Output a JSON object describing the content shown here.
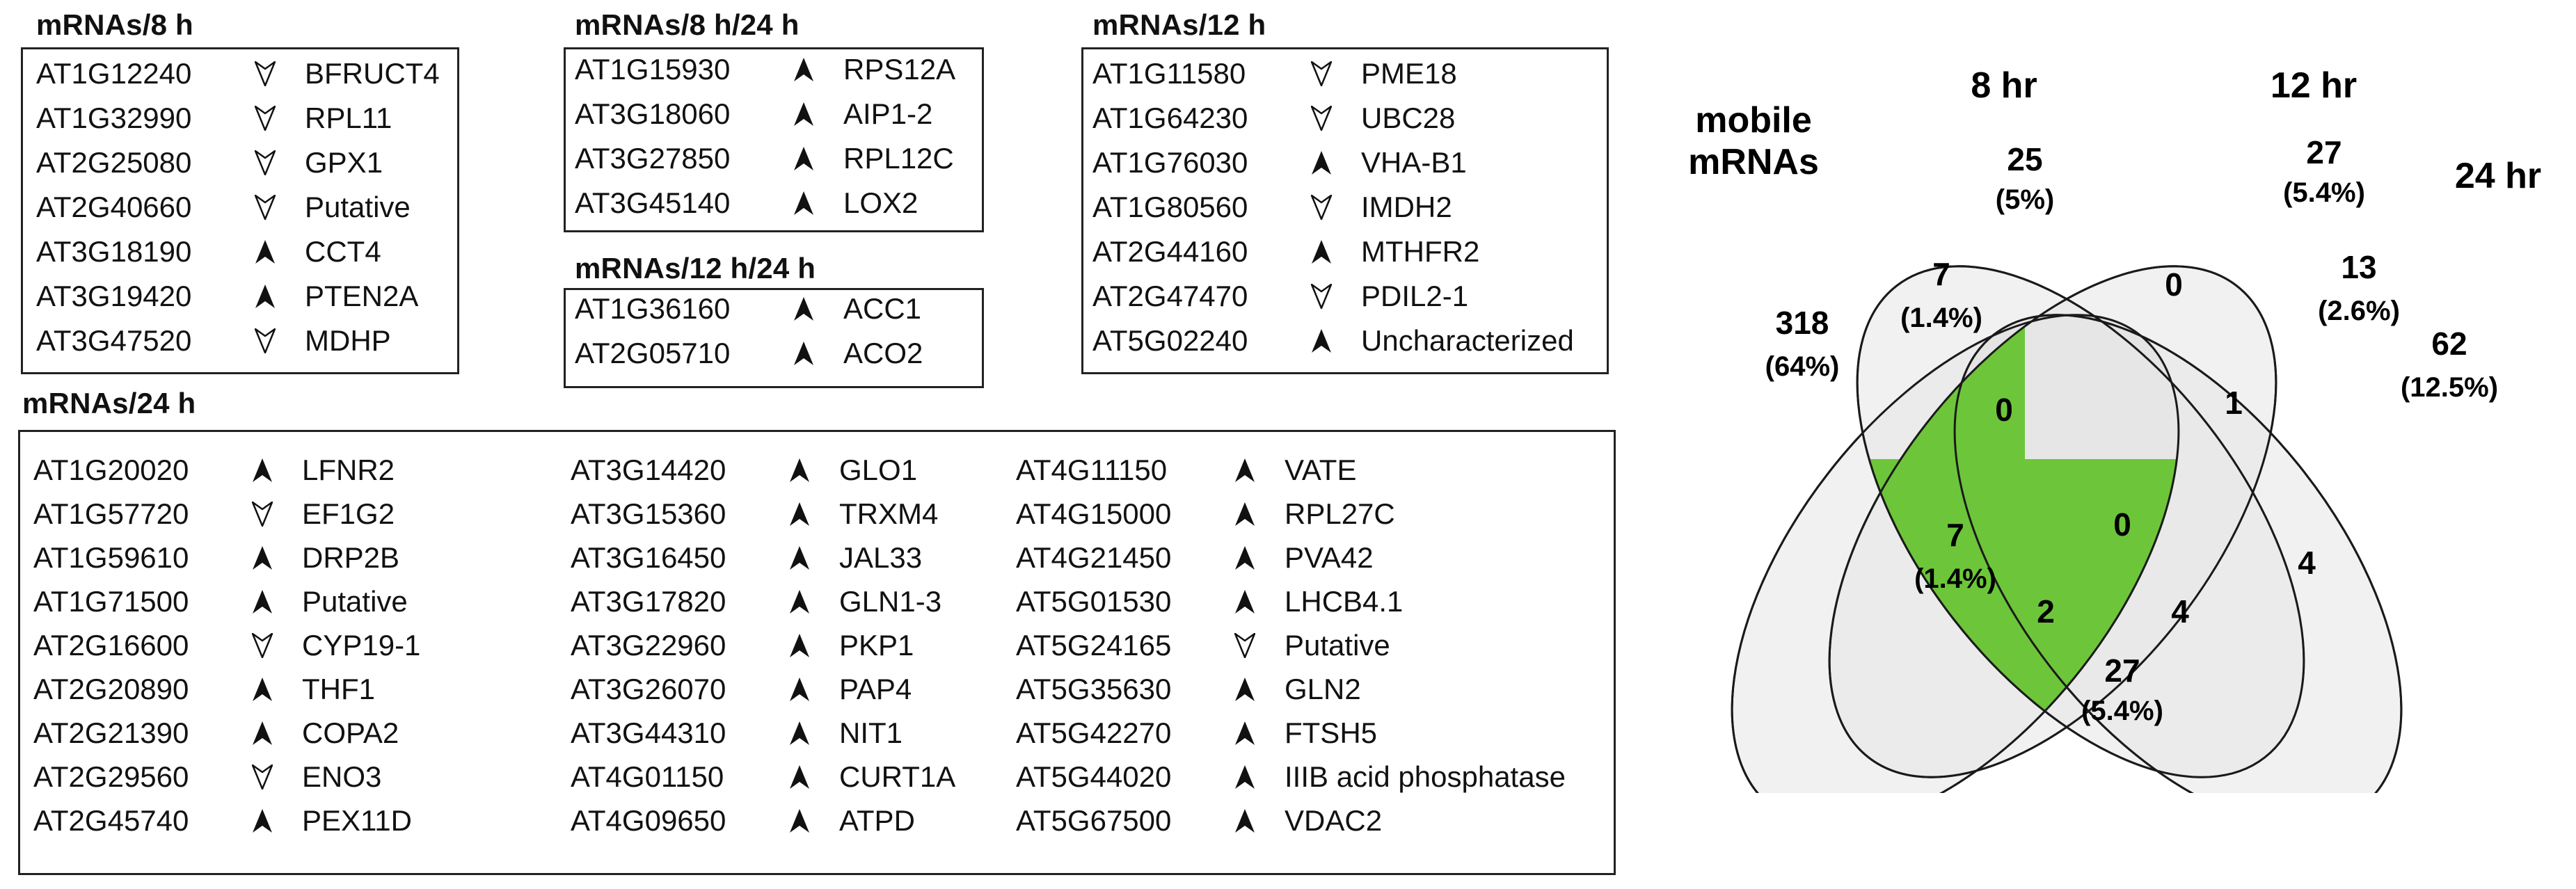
{
  "colors": {
    "ellipse_fill": "#e8e8e8",
    "shadow_fill": "#b3b3b3",
    "highlight_green": "#6dc63a",
    "stroke": "#1a1a1a"
  },
  "arrow_legend": {
    "up": "filled-arrowhead-icon",
    "down": "open-arrowhead-icon"
  },
  "tables": {
    "t8": {
      "title": "mRNAs/8 h",
      "rows": [
        {
          "gene": "AT1G12240",
          "dir": "down",
          "name": "BFRUCT4"
        },
        {
          "gene": "AT1G32990",
          "dir": "down",
          "name": "RPL11"
        },
        {
          "gene": "AT2G25080",
          "dir": "down",
          "name": "GPX1"
        },
        {
          "gene": "AT2G40660",
          "dir": "down",
          "name": "Putative"
        },
        {
          "gene": "AT3G18190",
          "dir": "up",
          "name": "CCT4"
        },
        {
          "gene": "AT3G19420",
          "dir": "up",
          "name": "PTEN2A"
        },
        {
          "gene": "AT3G47520",
          "dir": "down",
          "name": "MDHP"
        }
      ]
    },
    "t8_24": {
      "title": "mRNAs/8 h/24 h",
      "rows": [
        {
          "gene": "AT1G15930",
          "dir": "up",
          "name": "RPS12A"
        },
        {
          "gene": "AT3G18060",
          "dir": "up",
          "name": "AIP1-2"
        },
        {
          "gene": "AT3G27850",
          "dir": "up",
          "name": "RPL12C"
        },
        {
          "gene": "AT3G45140",
          "dir": "up",
          "name": "LOX2"
        }
      ]
    },
    "t12_24": {
      "title": "mRNAs/12 h/24 h",
      "rows": [
        {
          "gene": "AT1G36160",
          "dir": "up",
          "name": "ACC1"
        },
        {
          "gene": "AT2G05710",
          "dir": "up",
          "name": "ACO2"
        }
      ]
    },
    "t12": {
      "title": "mRNAs/12 h",
      "rows": [
        {
          "gene": "AT1G11580",
          "dir": "down",
          "name": "PME18"
        },
        {
          "gene": "AT1G64230",
          "dir": "down",
          "name": "UBC28"
        },
        {
          "gene": "AT1G76030",
          "dir": "up",
          "name": "VHA-B1"
        },
        {
          "gene": "AT1G80560",
          "dir": "down",
          "name": "IMDH2"
        },
        {
          "gene": "AT2G44160",
          "dir": "up",
          "name": "MTHFR2"
        },
        {
          "gene": "AT2G47470",
          "dir": "down",
          "name": "PDIL2-1"
        },
        {
          "gene": "AT5G02240",
          "dir": "up",
          "name": "Uncharacterized"
        }
      ]
    },
    "t24": {
      "title": "mRNAs/24 h",
      "columns": [
        [
          {
            "gene": "AT1G20020",
            "dir": "up",
            "name": "LFNR2"
          },
          {
            "gene": "AT1G57720",
            "dir": "down",
            "name": "EF1G2"
          },
          {
            "gene": "AT1G59610",
            "dir": "up",
            "name": "DRP2B"
          },
          {
            "gene": "AT1G71500",
            "dir": "up",
            "name": "Putative"
          },
          {
            "gene": "AT2G16600",
            "dir": "down",
            "name": "CYP19-1"
          },
          {
            "gene": "AT2G20890",
            "dir": "up",
            "name": "THF1"
          },
          {
            "gene": "AT2G21390",
            "dir": "up",
            "name": "COPA2"
          },
          {
            "gene": "AT2G29560",
            "dir": "down",
            "name": "ENO3"
          },
          {
            "gene": "AT2G45740",
            "dir": "up",
            "name": "PEX11D"
          }
        ],
        [
          {
            "gene": "AT3G14420",
            "dir": "up",
            "name": "GLO1"
          },
          {
            "gene": "AT3G15360",
            "dir": "up",
            "name": "TRXM4"
          },
          {
            "gene": "AT3G16450",
            "dir": "up",
            "name": "JAL33"
          },
          {
            "gene": "AT3G17820",
            "dir": "up",
            "name": "GLN1-3"
          },
          {
            "gene": "AT3G22960",
            "dir": "up",
            "name": "PKP1"
          },
          {
            "gene": "AT3G26070",
            "dir": "up",
            "name": "PAP4"
          },
          {
            "gene": "AT3G44310",
            "dir": "up",
            "name": "NIT1"
          },
          {
            "gene": "AT4G01150",
            "dir": "up",
            "name": "CURT1A"
          },
          {
            "gene": "AT4G09650",
            "dir": "up",
            "name": "ATPD"
          }
        ],
        [
          {
            "gene": "AT4G11150",
            "dir": "up",
            "name": "VATE"
          },
          {
            "gene": "AT4G15000",
            "dir": "up",
            "name": "RPL27C"
          },
          {
            "gene": "AT4G21450",
            "dir": "up",
            "name": "PVA42"
          },
          {
            "gene": "AT5G01530",
            "dir": "up",
            "name": "LHCB4.1"
          },
          {
            "gene": "AT5G24165",
            "dir": "down",
            "name": "Putative"
          },
          {
            "gene": "AT5G35630",
            "dir": "up",
            "name": "GLN2"
          },
          {
            "gene": "AT5G42270",
            "dir": "up",
            "name": "FTSH5"
          },
          {
            "gene": "AT5G44020",
            "dir": "up",
            "name": "IIIB acid phosphatase"
          },
          {
            "gene": "AT5G67500",
            "dir": "up",
            "name": "VDAC2"
          }
        ]
      ]
    }
  },
  "venn": {
    "set_labels": {
      "mobile_line1": "mobile",
      "mobile_line2": "mRNAs",
      "h8": "8 hr",
      "h12": "12 hr",
      "h24": "24 hr"
    },
    "regions": {
      "mobile_only": {
        "count": "318",
        "pct": "(64%)"
      },
      "h8_only": {
        "count": "25",
        "pct": "(5%)"
      },
      "h12_only": {
        "count": "27",
        "pct": "(5.4%)"
      },
      "h24_only": {
        "count": "62",
        "pct": "(12.5%)"
      },
      "mobile_h8": {
        "count": "7",
        "pct": "(1.4%)"
      },
      "h8_h12": {
        "count": "0"
      },
      "h12_h24": {
        "count": "13",
        "pct": "(2.6%)"
      },
      "mobile_h8_h12": {
        "count": "0"
      },
      "h8_h12_h24": {
        "count": "1"
      },
      "mobile_h12": {
        "count": "7",
        "pct": "(1.4%)"
      },
      "all_four": {
        "count": "0"
      },
      "h8_h24": {
        "count": "4"
      },
      "mobile_h12_h24": {
        "count": "2"
      },
      "mobile_h8_h24": {
        "count": "4"
      },
      "mobile_h24": {
        "count": "27",
        "pct": "(5.4%)"
      }
    }
  }
}
